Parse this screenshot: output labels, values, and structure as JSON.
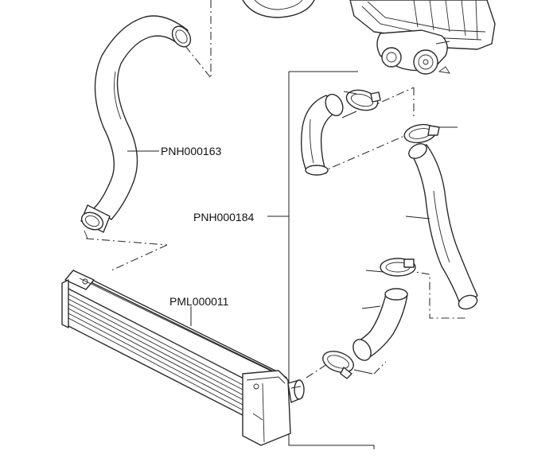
{
  "callouts": {
    "upper_hose": "PNH000163",
    "hose_kit": "PNH000184",
    "intercooler": "PML000011"
  }
}
